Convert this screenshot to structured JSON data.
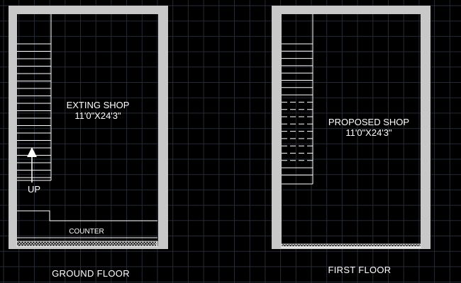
{
  "drawing": {
    "background_color": "#000000",
    "grid_color": "#2a2f38",
    "wall_color": "#c8c8c8",
    "line_color": "#ffffff"
  },
  "ground_floor": {
    "room_name": "EXTING SHOP",
    "room_dimensions": "11'0\"X24'3\"",
    "stair_direction": "UP",
    "counter_label": "COUNTER",
    "caption": "GROUND FLOOR"
  },
  "first_floor": {
    "room_name": "PROPOSED SHOP",
    "room_dimensions": "11'0\"X24'3\"",
    "caption": "FIRST FLOOR"
  }
}
